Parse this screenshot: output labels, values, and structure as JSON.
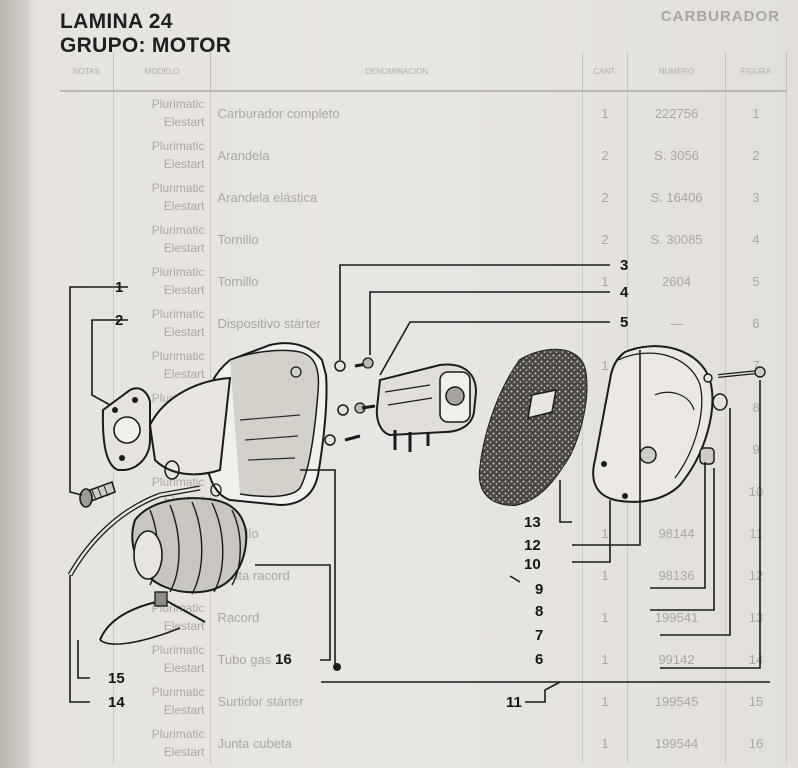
{
  "header": {
    "lamina": "LAMINA 24",
    "grupo": "GRUPO: MOTOR",
    "ghost_title": "CARBURADOR"
  },
  "table": {
    "columns": [
      "NOTAS",
      "MODELO",
      "DENOMINACION",
      "CANT.",
      "NUMERO",
      "FIGURA"
    ],
    "rows": [
      {
        "model": "Plurimatic Elestart",
        "desc": "Carburador completo",
        "qty": "1",
        "num": "222756",
        "fig": "1"
      },
      {
        "model": "Plurimatic Elestart",
        "desc": "Arandela",
        "qty": "2",
        "num": "S. 3056",
        "fig": "2"
      },
      {
        "model": "Plurimatic Elestart",
        "desc": "Arandela elástica",
        "qty": "2",
        "num": "S. 16406",
        "fig": "3"
      },
      {
        "model": "Plurimatic Elestart",
        "desc": "Tornillo",
        "qty": "2",
        "num": "S. 30085",
        "fig": "4"
      },
      {
        "model": "Plurimatic Elestart",
        "desc": "Tornillo",
        "qty": "1",
        "num": "2604",
        "fig": "5"
      },
      {
        "model": "Plurimatic Elestart",
        "desc": "Dispositivo stárter",
        "qty": "",
        "num": "—",
        "fig": "6"
      },
      {
        "model": "Plurimatic Elestart",
        "desc": "",
        "qty": "1",
        "num": "",
        "fig": "7"
      },
      {
        "model": "Plurimatic Elestart",
        "desc": "",
        "qty": "1",
        "num": "",
        "fig": "8"
      },
      {
        "model": "Plurimatic Elestart",
        "desc": "",
        "qty": "",
        "num": "",
        "fig": "9"
      },
      {
        "model": "Plurimatic Elestart",
        "desc": "",
        "qty": "",
        "num": "",
        "fig": "10"
      },
      {
        "model": "Plurimatic Elestart",
        "desc": "Tornillo",
        "qty": "1",
        "num": "98144",
        "fig": "11"
      },
      {
        "model": "Plurimatic Elestart",
        "desc": "Junta racord",
        "qty": "1",
        "num": "98136",
        "fig": "12"
      },
      {
        "model": "Plurimatic Elestart",
        "desc": "Racord",
        "qty": "1",
        "num": "199541",
        "fig": "13"
      },
      {
        "model": "Plurimatic Elestart",
        "desc": "Tubo gas",
        "qty": "1",
        "num": "99142",
        "fig": "14"
      },
      {
        "model": "Plurimatic Elestart",
        "desc": "Surtidor stárter",
        "qty": "1",
        "num": "199545",
        "fig": "15"
      },
      {
        "model": "Plurimatic Elestart",
        "desc": "Junta cubeta",
        "qty": "1",
        "num": "199544",
        "fig": "16"
      }
    ]
  },
  "callouts": [
    "1",
    "2",
    "3",
    "4",
    "5",
    "6",
    "7",
    "8",
    "9",
    "10",
    "11",
    "12",
    "13",
    "14",
    "15",
    "16"
  ]
}
